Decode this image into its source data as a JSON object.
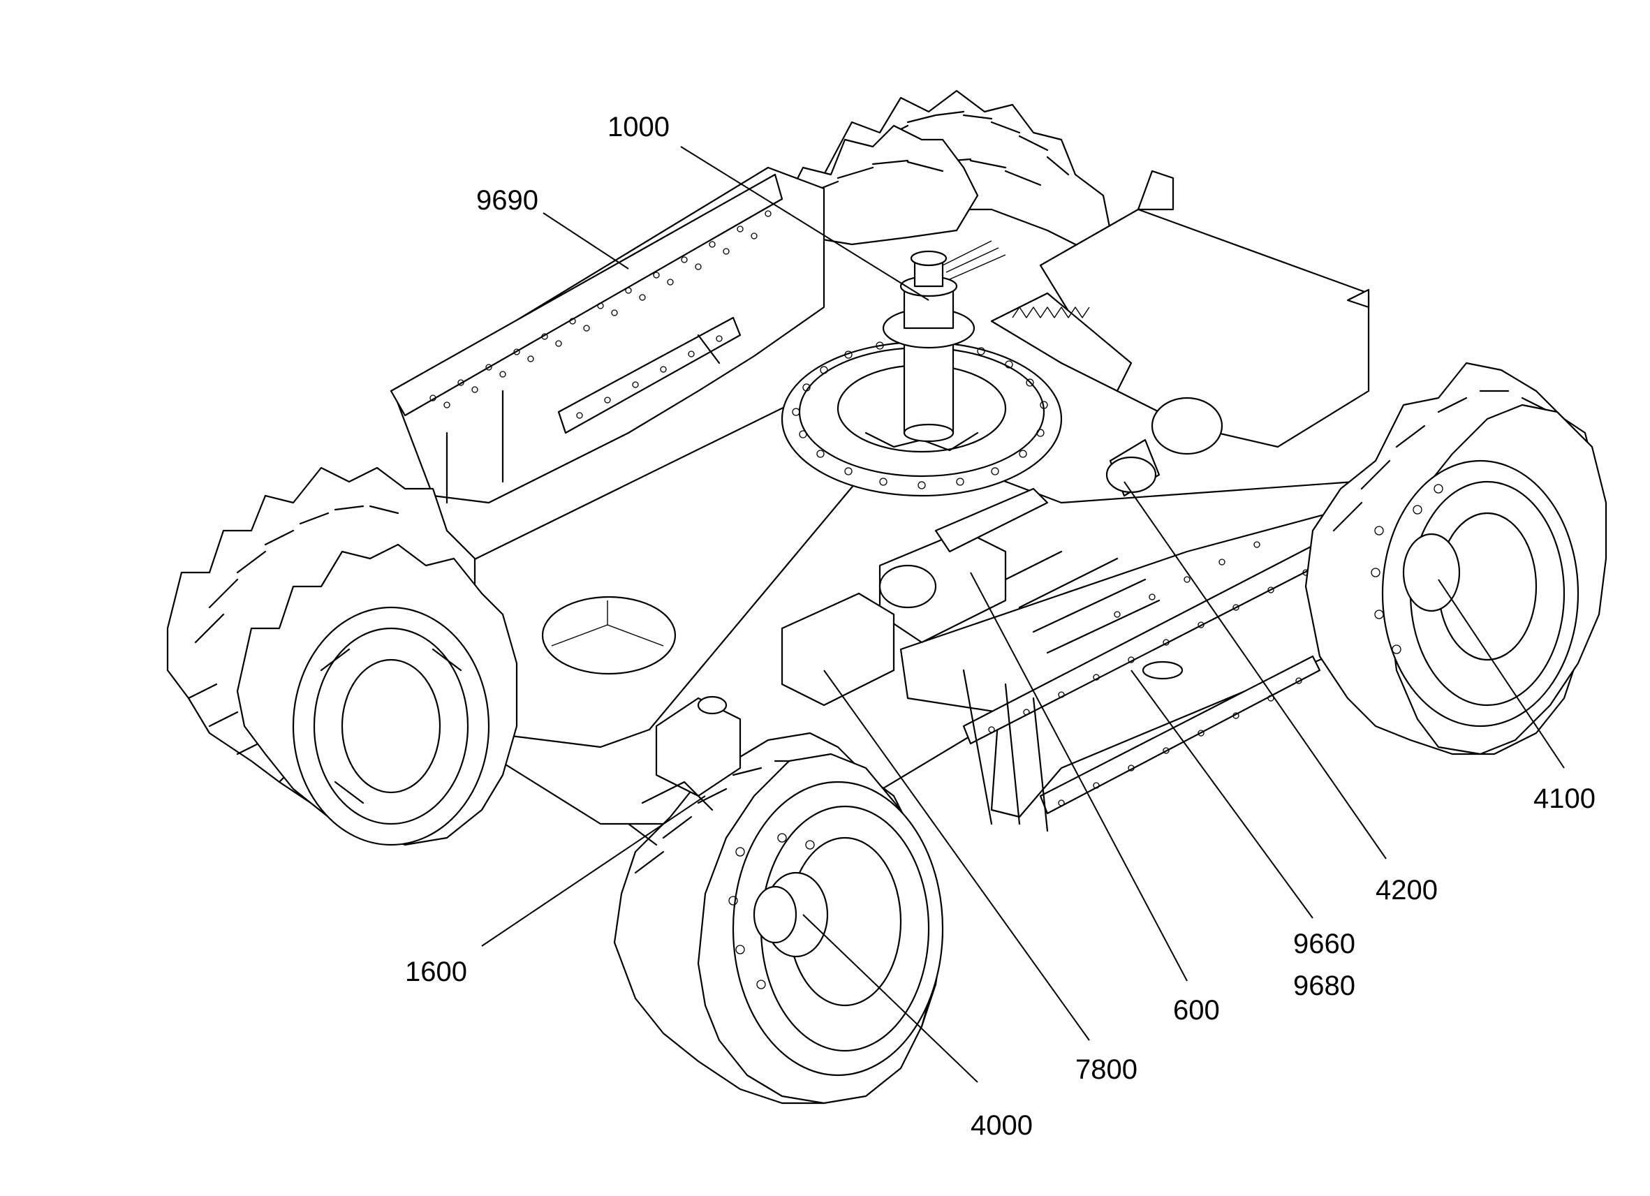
{
  "callouts": [
    {
      "id": "1000",
      "label": "1000"
    },
    {
      "id": "9690",
      "label": "9690"
    },
    {
      "id": "4100",
      "label": "4100"
    },
    {
      "id": "4200",
      "label": "4200"
    },
    {
      "id": "9660",
      "label": "9660"
    },
    {
      "id": "9680",
      "label": "9680"
    },
    {
      "id": "600",
      "label": "600"
    },
    {
      "id": "7800",
      "label": "7800"
    },
    {
      "id": "4000",
      "label": "4000"
    },
    {
      "id": "1600",
      "label": "1600"
    }
  ]
}
